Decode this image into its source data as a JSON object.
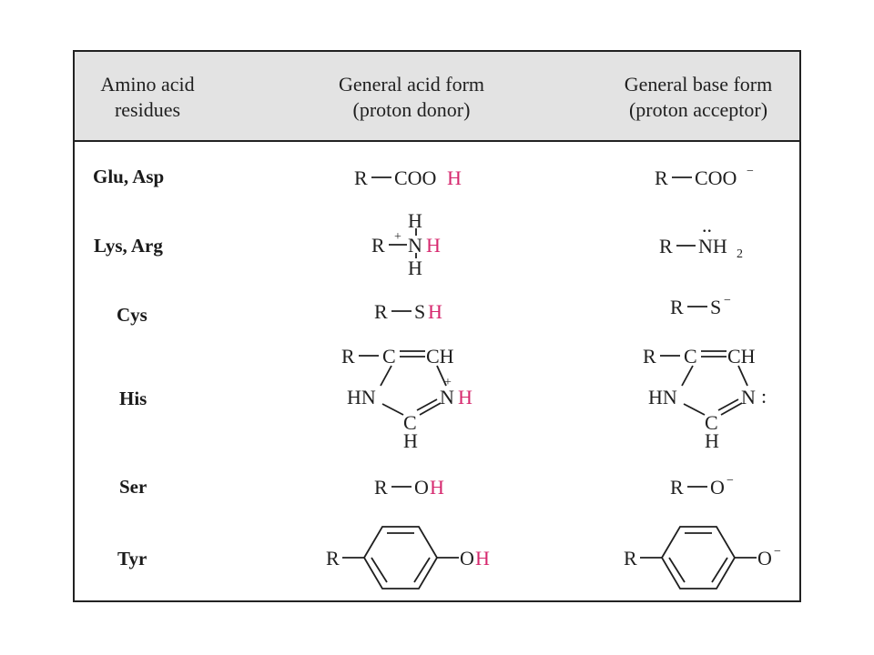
{
  "headers": {
    "col1": [
      "Amino acid",
      "residues"
    ],
    "col2": [
      "General acid form",
      "(proton donor)"
    ],
    "col3": [
      "General base form",
      "(proton acceptor)"
    ]
  },
  "residues": [
    "Glu, Asp",
    "Lys, Arg",
    "Cys",
    "His",
    "Ser",
    "Tyr"
  ],
  "formulas": {
    "glu_acid": {
      "r": "R",
      "cooh": "COO",
      "h": "H"
    },
    "glu_base": {
      "r": "R",
      "coo": "COO",
      "charge": "−"
    },
    "lys_acid": {
      "r": "R",
      "plus": "+",
      "n": "N",
      "h_top": "H",
      "h_bottom": "H",
      "h": "H"
    },
    "lys_base": {
      "r": "R",
      "nh": "NH",
      "sub": "2",
      "lone_pair": ".."
    },
    "cys_acid": {
      "r": "R",
      "s": "S",
      "h": "H"
    },
    "cys_base": {
      "r": "R",
      "s": "S",
      "charge": "−"
    },
    "his_acid": {
      "r": "R",
      "c": "C",
      "ch": "CH",
      "hn": "HN",
      "n": "N",
      "h": "H",
      "plus": "+",
      "c2": "C",
      "h_bottom": "H"
    },
    "his_base": {
      "r": "R",
      "c": "C",
      "ch": "CH",
      "hn": "HN",
      "n": "N",
      "colon": ":",
      "c2": "C",
      "h_bottom": "H"
    },
    "ser_acid": {
      "r": "R",
      "o": "O",
      "h": "H"
    },
    "ser_base": {
      "r": "R",
      "o": "O",
      "charge": "−"
    },
    "tyr_acid": {
      "r": "R",
      "o": "O",
      "h": "H"
    },
    "tyr_base": {
      "r": "R",
      "o": "O",
      "charge": "−"
    }
  },
  "colors": {
    "proton_highlight": "#d6286e",
    "header_bg": "#e3e3e3",
    "border": "#222222"
  }
}
